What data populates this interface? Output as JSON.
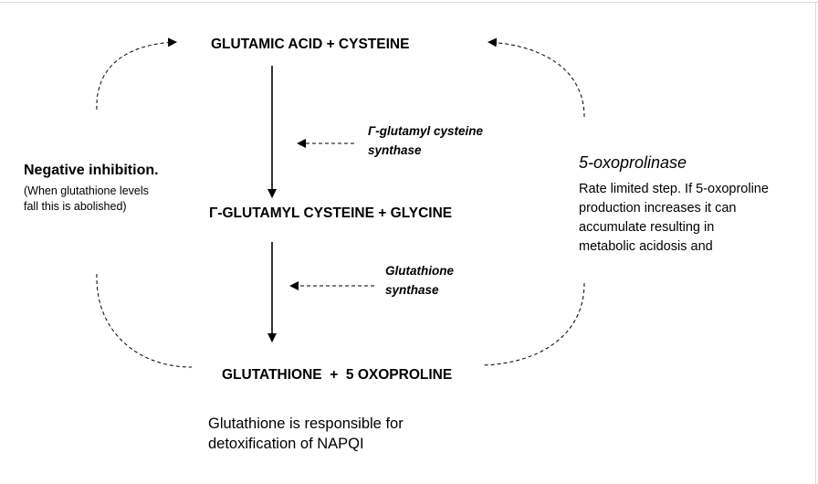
{
  "nodes": {
    "substrates": "GLUTAMIC ACID + CYSTEINE",
    "intermediate": "Γ-GLUTAMYL CYSTEINE + GLYCINE",
    "products": "GLUTATHIONE  +  5 OXOPROLINE"
  },
  "enzymes": {
    "first_line1": "Γ-glutamyl cysteine",
    "first_line2": "synthase",
    "second_line1": "Glutathione",
    "second_line2": "synthase"
  },
  "inhibition": {
    "title": "Negative inhibition.",
    "note_line1": "(When glutathione levels",
    "note_line2": "fall this is abolished)"
  },
  "oxoprolinase": {
    "title": "5-oxoprolinase",
    "line1": "Rate limited step. If 5-oxoproline",
    "line2": "production increases it can",
    "line3": "accumulate resulting in",
    "line4": "metabolic acidosis and"
  },
  "footnote": {
    "line1": "Glutathione is responsible for",
    "line2": "detoxification of NAPQI"
  }
}
